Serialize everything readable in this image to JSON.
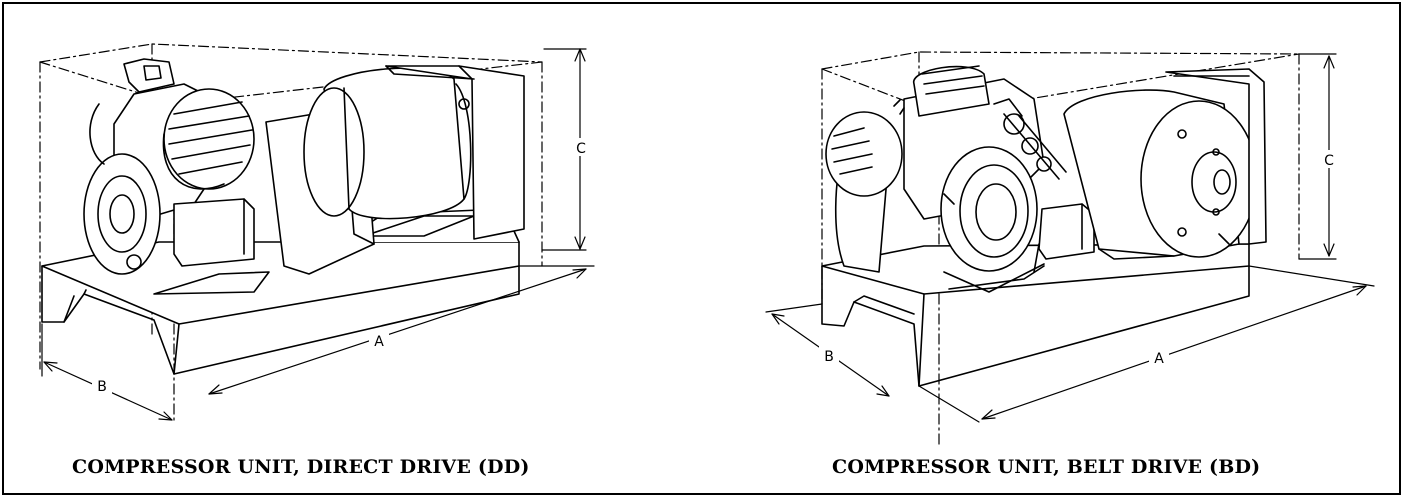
{
  "figures": [
    {
      "caption": "COMPRESSOR UNIT, DIRECT DRIVE (DD)",
      "dimension_labels": {
        "a": "A",
        "b": "B",
        "c": "C"
      }
    },
    {
      "caption": "COMPRESSOR UNIT, BELT DRIVE (BD)",
      "dimension_labels": {
        "a": "A",
        "b": "B",
        "c": "C"
      }
    }
  ]
}
